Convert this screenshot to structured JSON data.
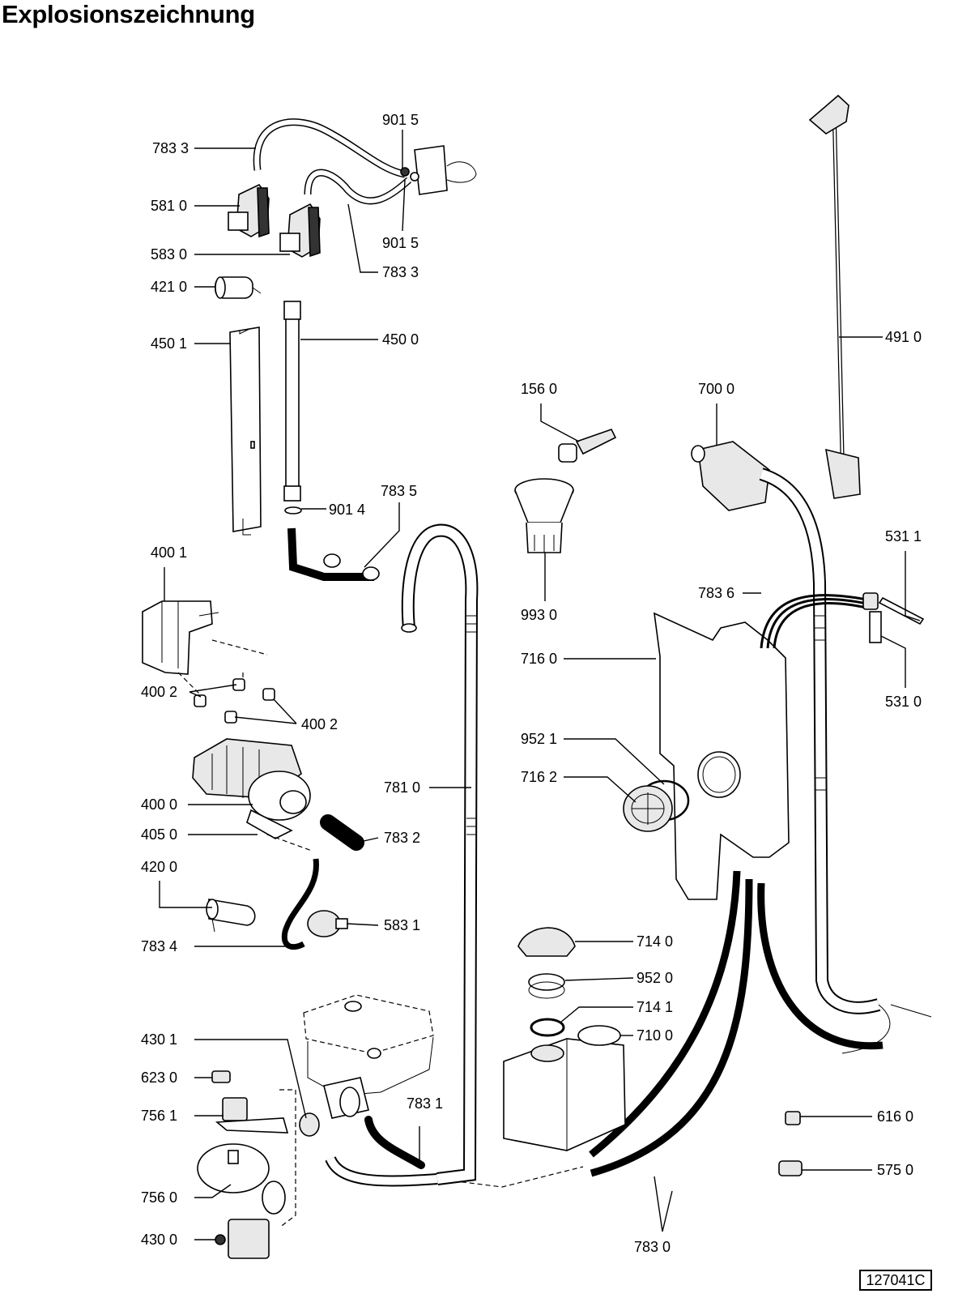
{
  "title": "Explosionszeichnung",
  "reference": "127041C",
  "labels": [
    {
      "id": "783-3-top",
      "text": "783 3"
    },
    {
      "id": "901-5-top",
      "text": "901 5"
    },
    {
      "id": "581-0",
      "text": "581 0"
    },
    {
      "id": "901-5-mid",
      "text": "901 5"
    },
    {
      "id": "583-0",
      "text": "583 0"
    },
    {
      "id": "783-3-mid",
      "text": "783 3"
    },
    {
      "id": "421-0",
      "text": "421 0"
    },
    {
      "id": "450-1",
      "text": "450 1"
    },
    {
      "id": "450-0",
      "text": "450 0"
    },
    {
      "id": "491-0",
      "text": "491 0"
    },
    {
      "id": "156-0",
      "text": "156 0"
    },
    {
      "id": "700-0",
      "text": "700 0"
    },
    {
      "id": "783-5",
      "text": "783 5"
    },
    {
      "id": "901-4",
      "text": "901 4"
    },
    {
      "id": "531-1",
      "text": "531 1"
    },
    {
      "id": "400-1",
      "text": "400 1"
    },
    {
      "id": "783-6",
      "text": "783 6"
    },
    {
      "id": "993-0",
      "text": "993 0"
    },
    {
      "id": "716-0",
      "text": "716 0"
    },
    {
      "id": "531-0",
      "text": "531 0"
    },
    {
      "id": "400-2-left",
      "text": "400 2"
    },
    {
      "id": "400-2-right",
      "text": "400 2"
    },
    {
      "id": "952-1",
      "text": "952 1"
    },
    {
      "id": "716-2",
      "text": "716 2"
    },
    {
      "id": "781-0",
      "text": "781 0"
    },
    {
      "id": "400-0",
      "text": "400 0"
    },
    {
      "id": "405-0",
      "text": "405 0"
    },
    {
      "id": "783-2",
      "text": "783 2"
    },
    {
      "id": "420-0",
      "text": "420 0"
    },
    {
      "id": "583-1",
      "text": "583 1"
    },
    {
      "id": "783-4",
      "text": "783 4"
    },
    {
      "id": "714-0",
      "text": "714 0"
    },
    {
      "id": "952-0",
      "text": "952 0"
    },
    {
      "id": "714-1",
      "text": "714 1"
    },
    {
      "id": "710-0",
      "text": "710 0"
    },
    {
      "id": "430-1",
      "text": "430 1"
    },
    {
      "id": "623-0",
      "text": "623 0"
    },
    {
      "id": "756-1",
      "text": "756 1"
    },
    {
      "id": "783-1",
      "text": "783 1"
    },
    {
      "id": "616-0",
      "text": "616 0"
    },
    {
      "id": "575-0",
      "text": "575 0"
    },
    {
      "id": "756-0",
      "text": "756 0"
    },
    {
      "id": "430-0",
      "text": "430 0"
    },
    {
      "id": "783-0",
      "text": "783 0"
    }
  ]
}
